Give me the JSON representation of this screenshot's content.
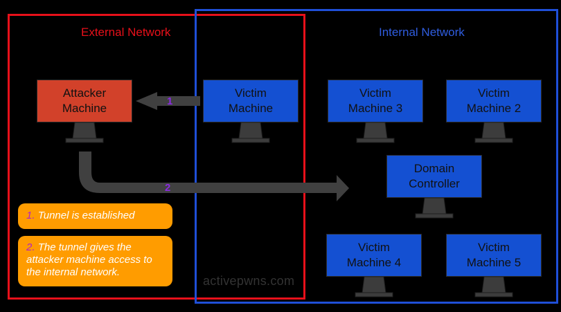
{
  "zones": {
    "external": {
      "title": "External Network",
      "color": "#e8101a"
    },
    "internal": {
      "title": "Internal Network",
      "color": "#1f4fd8"
    }
  },
  "machines": {
    "attacker": {
      "label": "Attacker\nMachine",
      "color": "#d2412a"
    },
    "victim": {
      "label": "Victim\nMachine",
      "color": "#1450d2"
    },
    "victim3": {
      "label": "Victim\nMachine 3",
      "color": "#1450d2"
    },
    "victim2": {
      "label": "Victim\nMachine 2",
      "color": "#1450d2"
    },
    "dc": {
      "label": "Domain\nController",
      "color": "#1450d2"
    },
    "victim4": {
      "label": "Victim\nMachine 4",
      "color": "#1450d2"
    },
    "victim5": {
      "label": "Victim\nMachine 5",
      "color": "#1450d2"
    }
  },
  "arrows": {
    "step1": {
      "number": "1"
    },
    "step2": {
      "number": "2"
    },
    "color": "#404040"
  },
  "notes": [
    {
      "number": "1.",
      "text": "Tunnel is established"
    },
    {
      "number": "2.",
      "text": "The tunnel gives the attacker machine access to the internal network."
    }
  ],
  "watermark": "activepwns.com"
}
